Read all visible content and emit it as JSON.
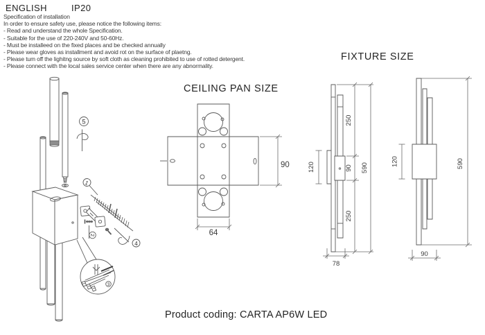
{
  "header": {
    "language": "ENGLISH",
    "ip_rating": "IP20"
  },
  "specification": {
    "title": "Specification of installation",
    "intro": "In order to ensure safety use, please notice the following items:",
    "items": [
      "- Read and understand the whole Specification.",
      "- Suitable for the use of 220-240V and 50-60Hz.",
      "- Must be installeed on the fixed places and be checked annually",
      "- Please wear gloves as installment and avoid rot on the surface of plaetng.",
      "- Please tum off the lighitng source by soft cloth as cleaning prohibited to use of rotted detergent.",
      "- Please connect with the local sales service center when there are any abnormality."
    ]
  },
  "ceiling_pan": {
    "title": "CEILING PAN SIZE",
    "dim_height": "90",
    "dim_width": "64"
  },
  "fixture_size": {
    "title": "FIXTURE SIZE",
    "side_view": {
      "plate_height": "120",
      "seg_top": "250",
      "seg_middle": "90",
      "seg_bottom": "250",
      "total_height": "590",
      "depth": "78"
    },
    "front_view": {
      "plate_height": "120",
      "total_height": "590",
      "width": "90"
    }
  },
  "installation_diagram": {
    "callout_1": "1",
    "callout_2": "2",
    "callout_3": "3",
    "callout_4": "4",
    "callout_5": "5"
  },
  "footer": {
    "product_coding": "Product coding: CARTA AP6W LED"
  }
}
